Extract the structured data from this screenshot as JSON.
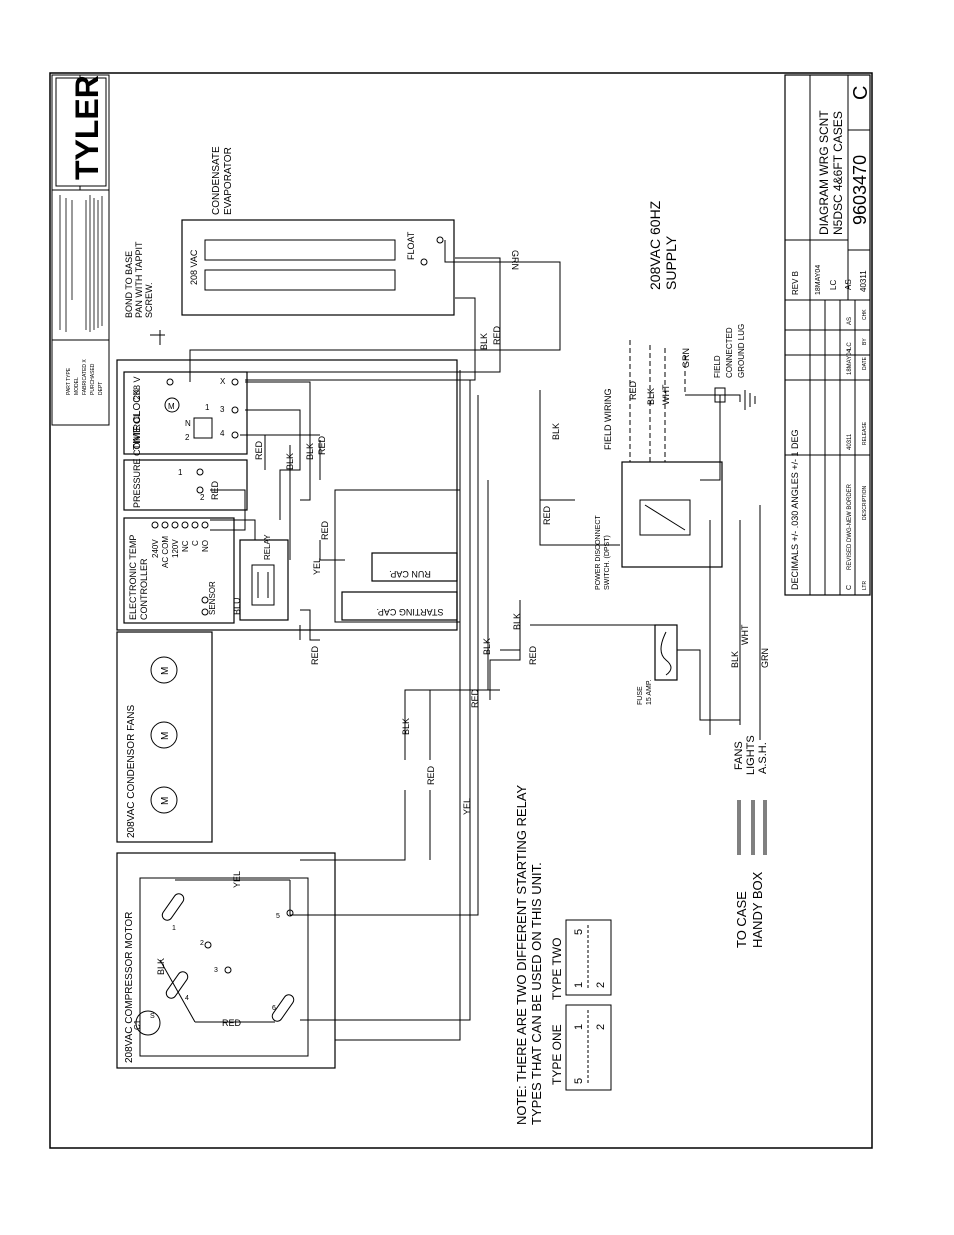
{
  "brand": "TYLER",
  "components": {
    "condensate": {
      "title1": "CONDENSATE",
      "title2": "EVAPORATOR",
      "vac": "208 VAC",
      "float": "FLOAT"
    },
    "bond": {
      "line1": "BOND TO BASE",
      "line2": "PAN WITH TAPPIT",
      "line3": "SCREW."
    },
    "supply": {
      "line1": "208VAC 60HZ",
      "line2": "SUPPLY"
    },
    "time_clock": {
      "title": "TIME CLOCK",
      "volt": "208 V",
      "t2": "2",
      "tN": "N",
      "t1": "1",
      "t4": "4",
      "t3": "3",
      "tX": "X",
      "motor": "M"
    },
    "pressure_control": {
      "title": "PRESSURE CONTROL",
      "t1": "1",
      "t2": "2"
    },
    "temp_controller": {
      "title1": "ELECTRONIC TEMP",
      "title2": "CONTROLLER",
      "t240": "240V",
      "tac": "AC COM",
      "t120": "120V",
      "tnc": "NC",
      "tc": "C",
      "tno": "NO",
      "sensor": "SENSOR"
    },
    "relay": {
      "label": "RELAY"
    },
    "run_cap": "RUN CAP.",
    "start_cap": "STARTING CAP.",
    "cond_fans": {
      "title": "208VAC CONDENSOR FANS",
      "m1": "M",
      "m2": "M",
      "m3": "M"
    },
    "compressor": {
      "title": "208VAC COMPRESSOR MOTOR",
      "pins": [
        "1",
        "2",
        "3",
        "4",
        "5",
        "6"
      ],
      "ol": "C1",
      "s": "S"
    },
    "field_wiring": "FIELD WIRING",
    "field_ground": {
      "line1": "FIELD",
      "line2": "CONNECTED",
      "line3": "GROUND LUG"
    },
    "disconnect": {
      "line1": "POWER DISCONNECT",
      "line2": "SWITCH. (DPST)"
    },
    "fuse": {
      "line1": "FUSE",
      "line2": "15 AMP."
    },
    "outputs": {
      "fans": "FANS",
      "lights": "LIGHTS",
      "ash": "A.S.H."
    },
    "to_case": {
      "line1": "TO CASE",
      "line2": "HANDY BOX"
    }
  },
  "wires": {
    "red": "RED",
    "blk": "BLK",
    "yel": "YEL",
    "grn": "GRN",
    "blu": "BLU",
    "wht": "WHT"
  },
  "note": {
    "line1": "NOTE:  THERE ARE TWO DIFFERENT STARTING RELAY",
    "line2": "TYPES THAT CAN BE USED ON THIS UNIT.",
    "type_one": "TYPE ONE",
    "type_two": "TYPE TWO",
    "t1_labels": [
      "5",
      "1",
      "2"
    ],
    "t2_labels": [
      "1",
      "2",
      "5"
    ]
  },
  "title_block": {
    "title1": "DIAGRAM WRG SCNT",
    "title2": "N5DSC 4&6FT CASES",
    "dwg_no": "9603470",
    "size": "C",
    "tolerance": "DECIMALS +/- .030   ANGLES +/- 1 DEG",
    "rev": "REV B",
    "date": "18MAY04",
    "dr": "LC",
    "ck": "AS",
    "release": "40311",
    "rev_row": {
      "ltr": "C",
      "desc": "REVISED DWG-NEW BORDER",
      "rel": "40311",
      "date": "18MAY04",
      "dr": "LC",
      "ck": "AS"
    },
    "heads": {
      "ltr": "LTR",
      "desc": "DESCRIPTION",
      "rel": "RELEASE",
      "date": "DATE",
      "by": "BY",
      "chk": "CHK"
    }
  },
  "part_block": {
    "part_type": "PART TYPE",
    "model": "MODEL",
    "fabricated": "FABRICATED X",
    "purchased": "PURCHASED",
    "dept": "DEPT"
  }
}
